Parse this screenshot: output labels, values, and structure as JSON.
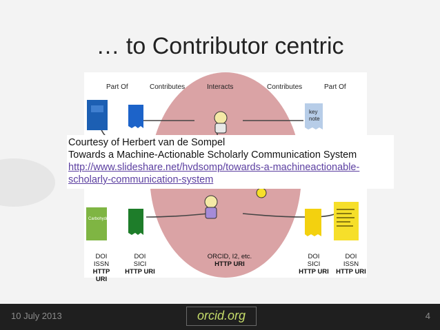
{
  "slide": {
    "title": "… to Contributor centric",
    "caption": {
      "line1": "Courtesy of Herbert van de Sompel",
      "line2": "Towards a Machine-Actionable Scholarly Communication System",
      "link": "http://www.slideshare.net/hvdsomp/towards-a-machineactionable-scholarly-communication-system"
    },
    "footer": {
      "date": "10 July 2013",
      "logo_left": "orcid",
      "logo_right": ".org",
      "page_number": "4"
    }
  },
  "diagram": {
    "headers": [
      "Part Of",
      "Contributes",
      "Interacts",
      "Contributes",
      "Part Of"
    ],
    "keynote_label": "key\nnote",
    "uris": {
      "left1": "DOI\nISSN\nHTTP URI",
      "left2": "DOI\nSICI\nHTTP URI",
      "center": "ORCID, I2, etc.\nHTTP URI",
      "right1": "DOI\nSICI\nHTTP URI",
      "right2": "DOI\nISSN\nHTTP URI"
    }
  }
}
